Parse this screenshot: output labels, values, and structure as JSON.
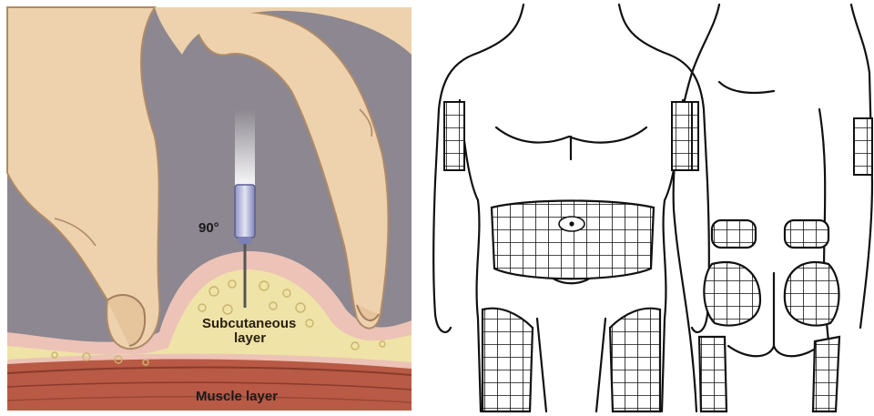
{
  "injection_illustration": {
    "angle_label": "90°",
    "subcutaneous_label_line1": "Subcutaneous",
    "subcutaneous_label_line2": "layer",
    "muscle_label": "Muscle layer"
  },
  "colors": {
    "background_gray": "#8c8790",
    "skin": "#edd2ad",
    "subcutaneous_fat": "#efe3a8",
    "muscle": "#b85a45",
    "needle_barrel": "#c9cbe3"
  },
  "body_map": {
    "views": [
      "front",
      "back"
    ]
  }
}
